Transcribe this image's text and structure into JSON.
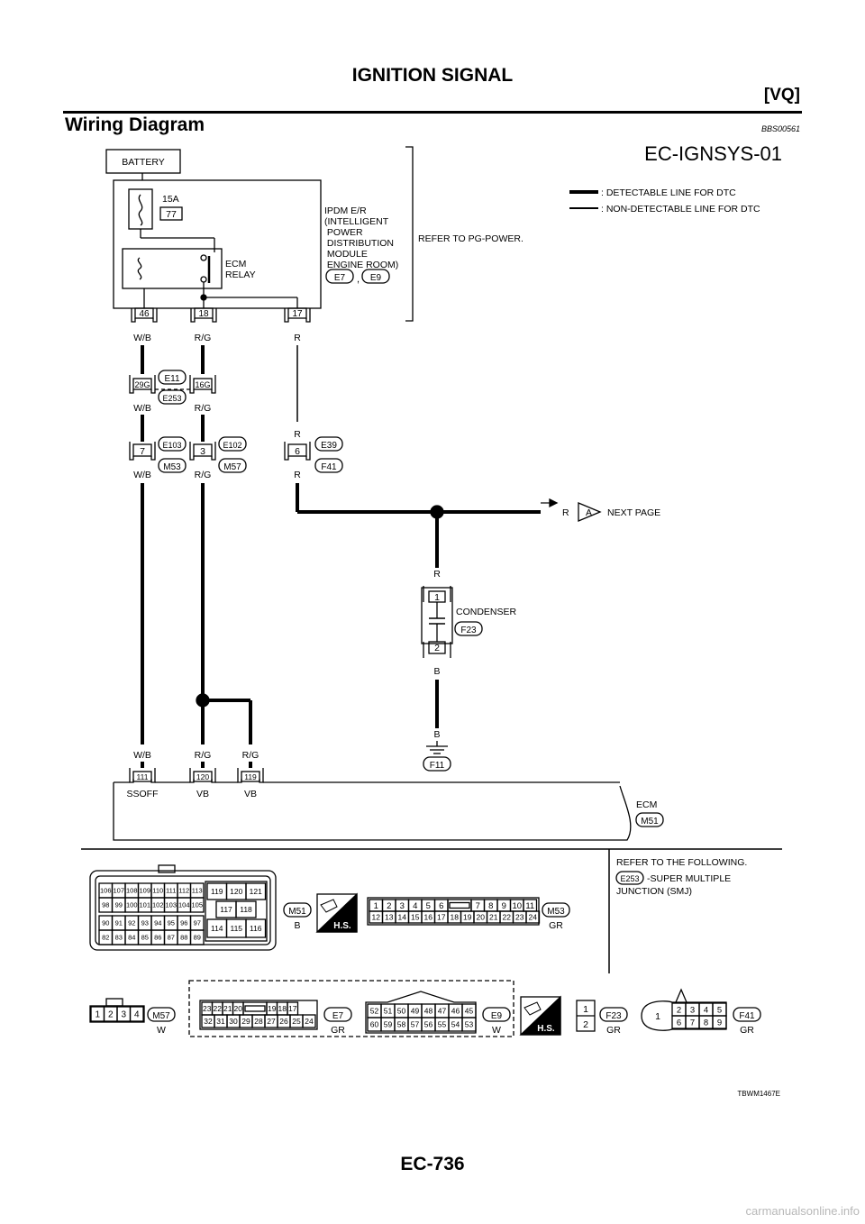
{
  "header": {
    "page_title": "IGNITION SIGNAL",
    "engine_tag": "[VQ]",
    "section_title": "Wiring Diagram",
    "section_code": "BBS00561"
  },
  "diagram": {
    "id": "EC-IGNSYS-01",
    "figure_code": "TBWM1467E",
    "legend": {
      "detectable": ": DETECTABLE LINE FOR DTC",
      "non_detectable": ": NON-DETECTABLE LINE FOR DTC"
    },
    "battery_label": "BATTERY",
    "fuse": {
      "rating": "15A",
      "number": "77"
    },
    "ipdm_label": [
      "IPDM E/R",
      "(INTELLIGENT",
      " POWER",
      " DISTRIBUTION",
      " MODULE",
      " ENGINE ROOM)"
    ],
    "ipdm_connectors": [
      "E7",
      "E9"
    ],
    "ipdm_separator": ",",
    "relay_label": [
      "ECM",
      "RELAY"
    ],
    "refer_power": "REFER TO PG-POWER.",
    "ipdm_terminals": [
      "46",
      "18",
      "17"
    ],
    "wire_colors_top": [
      "W/B",
      "R/G",
      "R"
    ],
    "joint": {
      "terminals": [
        "29G",
        "16G"
      ],
      "connectors": [
        "E11",
        "E253"
      ],
      "colors": [
        "W/B",
        "R/G"
      ]
    },
    "inline_1": {
      "terminal": "7",
      "connectors": [
        "E103",
        "M53"
      ],
      "color": "W/B"
    },
    "inline_2": {
      "terminal": "3",
      "connectors": [
        "E102",
        "M57"
      ],
      "color": "R/G"
    },
    "inline_3": {
      "terminal": "6",
      "connectors": [
        "E39",
        "F41"
      ],
      "color_top": "R",
      "color_bottom": "R"
    },
    "next_page": {
      "color": "R",
      "letter": "A",
      "label": "NEXT PAGE"
    },
    "condenser": {
      "label": "CONDENSER",
      "connector": "F23",
      "pins": [
        "1",
        "2"
      ],
      "color_top": "R",
      "color_bottom": "B",
      "ground_color": "B",
      "ground": "F11"
    },
    "ecm_wire_colors": [
      "W/B",
      "R/G",
      "R/G"
    ],
    "ecm_terminals": [
      "111",
      "120",
      "119"
    ],
    "ecm_terminal_names": [
      "SSOFF",
      "VB",
      "VB"
    ],
    "ecm_label": "ECM",
    "ecm_connector": "M51",
    "refer_following": "REFER TO THE FOLLOWING.",
    "smj_connector": "E253",
    "smj_text": [
      "-SUPER MULTIPLE",
      "JUNCTION (SMJ)"
    ],
    "hs_label": "H.S.",
    "connectors": {
      "m51": {
        "name": "M51",
        "color": "B",
        "rows": [
          [
            "106",
            "107",
            "108",
            "109",
            "110",
            "111",
            "112",
            "113"
          ],
          [
            "98",
            "99",
            "100",
            "101",
            "102",
            "103",
            "104",
            "105"
          ],
          [
            "90",
            "91",
            "92",
            "93",
            "94",
            "95",
            "96",
            "97"
          ],
          [
            "82",
            "83",
            "84",
            "85",
            "86",
            "87",
            "88",
            "89"
          ]
        ],
        "right_block": [
          [
            "119",
            "120",
            "121"
          ],
          [
            "117",
            "118"
          ],
          [
            "114",
            "115",
            "116"
          ]
        ]
      },
      "m53": {
        "name": "M53",
        "color": "GR",
        "rows": [
          [
            "1",
            "2",
            "3",
            "4",
            "5",
            "6",
            "",
            "7",
            "8",
            "9",
            "10",
            "11"
          ],
          [
            "12",
            "13",
            "14",
            "15",
            "16",
            "17",
            "18",
            "19",
            "20",
            "21",
            "22",
            "23",
            "24"
          ]
        ]
      },
      "m57": {
        "name": "M57",
        "color": "W",
        "pins": [
          "1",
          "2",
          "3",
          "4"
        ]
      },
      "e7": {
        "name": "E7",
        "color": "GR",
        "rows": [
          [
            "23",
            "22",
            "21",
            "20",
            "",
            "19",
            "18",
            "17"
          ],
          [
            "32",
            "31",
            "30",
            "29",
            "28",
            "27",
            "26",
            "25",
            "24"
          ]
        ]
      },
      "e9": {
        "name": "E9",
        "color": "W",
        "rows": [
          [
            "52",
            "51",
            "50",
            "49",
            "48",
            "47",
            "46",
            "45"
          ],
          [
            "60",
            "59",
            "58",
            "57",
            "56",
            "55",
            "54",
            "53"
          ]
        ]
      },
      "f23": {
        "name": "F23",
        "color": "GR",
        "pins": [
          "1",
          "2"
        ]
      },
      "f41": {
        "name": "F41",
        "color": "GR",
        "left": "1",
        "rows": [
          [
            "2",
            "3",
            "4",
            "5"
          ],
          [
            "6",
            "7",
            "8",
            "9"
          ]
        ]
      }
    }
  }
}
